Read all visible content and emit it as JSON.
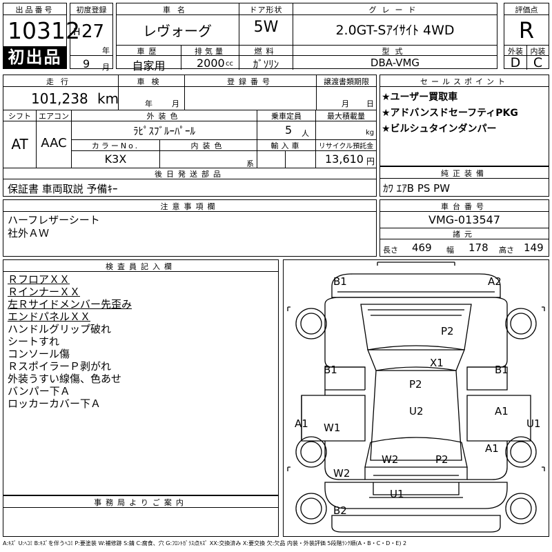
{
  "header": {
    "lot_label": "出品番号",
    "lot_no": "10312",
    "first_listing": "初出品",
    "reg_label": "初度登録",
    "era": "H",
    "year": "27",
    "year_unit": "年",
    "month": "9",
    "month_unit": "月",
    "name_label": "車名",
    "car_name": "レヴォーグ",
    "door_label": "ドア形状",
    "doors": "5W",
    "grade_label": "グレード",
    "grade": "2.0GT-Sｱｲｻｲﾄ 4WD",
    "score_label": "評価点",
    "score": "R",
    "history_label": "車歴",
    "history": "自家用",
    "disp_label": "排気量",
    "displacement": "2000",
    "disp_unit": "cc",
    "fuel_label": "燃料",
    "fuel": "ｶﾞｿﾘﾝ",
    "model_label": "型式",
    "model": "DBA-VMG",
    "ext_label": "外装",
    "ext_grade": "D",
    "int_label": "内装",
    "int_grade": "C"
  },
  "row2": {
    "mileage_label": "走行",
    "mileage": "101,238",
    "mileage_unit": "km",
    "inspection_label": "車検",
    "insp_year": "年",
    "insp_month": "月",
    "plate_label": "登録番号",
    "transfer_label": "譲渡書類期限",
    "transfer_month": "月",
    "transfer_day": "日",
    "shift_label": "シフト",
    "shift": "AT",
    "ac_label": "エアコン",
    "ac": "AAC",
    "color_label": "外装色",
    "color": "ﾗﾋﾟｽﾌﾞﾙｰﾊﾟｰﾙ",
    "capacity_label": "乗車定員",
    "capacity": "5",
    "capacity_unit": "人",
    "load_label": "最大積載量",
    "load_unit": "kg",
    "color_no_label": "カラーNo.",
    "color_no": "K3X",
    "int_color_label": "内装色",
    "int_color_unit": "系",
    "import_label": "輸入車",
    "recycle_label": "リサイクル預託金",
    "recycle": "13,610",
    "recycle_unit": "円",
    "later_label": "後日発送部品",
    "later_parts": "保証書 車両取説 予備ｷｰ"
  },
  "sales": {
    "label": "セールスポイント",
    "points": [
      "★ユーザー買取車",
      "★アドバンスドセーフティPKG",
      "★ビルシュタインダンパー"
    ]
  },
  "genuine": {
    "label": "純正装備",
    "value": "ｶﾜ ｴｱB PS PW"
  },
  "caution": {
    "label": "注意事項欄",
    "lines": [
      "ハーフレザーシート",
      "社外ＡＷ"
    ]
  },
  "chassis": {
    "label": "車台番号",
    "value": "VMG-013547",
    "spec_label": "諸元",
    "len_label": "長さ",
    "length": "469",
    "wid_label": "幅",
    "width": "178",
    "hgt_label": "高さ",
    "height": "149"
  },
  "inspector": {
    "label": "検査員記入欄",
    "notes": [
      {
        "text": "ＲフロアＸＸ",
        "u": true
      },
      {
        "text": "ＲインナーＸＸ",
        "u": true
      },
      {
        "text": "左Ｒサイドメンバー先歪み",
        "u": true
      },
      {
        "text": "エンドパネルＸＸ",
        "u": true
      },
      {
        "text": "ハンドルグリップ破れ",
        "u": false
      },
      {
        "text": "シートすれ",
        "u": false
      },
      {
        "text": "コンソール傷",
        "u": false
      },
      {
        "text": "ＲスポイラーＰ剥がれ",
        "u": false
      },
      {
        "text": "外装うすい線傷、色あせ",
        "u": false
      },
      {
        "text": "バンパー下Ａ",
        "u": false
      },
      {
        "text": "ロッカーカバー下Ａ",
        "u": false
      }
    ]
  },
  "office": {
    "label": "事務局よりご案内"
  },
  "diagram": {
    "labels": {
      "b1_top": "B1",
      "a2_top": "A2",
      "p2_hood": "P2",
      "x1": "X1",
      "b1_left": "B1",
      "b1_right": "B1",
      "p2_roof": "P2",
      "u2": "U2",
      "a1_left": "A1",
      "w1": "W1",
      "a1_right": "A1",
      "u1_right": "U1",
      "a1_rear": "A1",
      "w2_trunk": "W2",
      "p2_trunk": "P2",
      "w2_left": "W2",
      "u1_bottom": "U1",
      "b2": "B2"
    }
  },
  "legend": "A:ｷｽﾞ U:ﾍｺﾐ B:ｷｽﾞを伴うﾍｺﾐ P:要塗装 W:補修跡 S:錆 C:腐食、穴 G:ﾌﾛﾝﾄｶﾞﾗｽ点ｷｽﾞ XX:交換済み X:要交換 欠:欠品 内装・外装評価 5段階ﾗﾝｸ順(A・B・C・D・E) 2"
}
